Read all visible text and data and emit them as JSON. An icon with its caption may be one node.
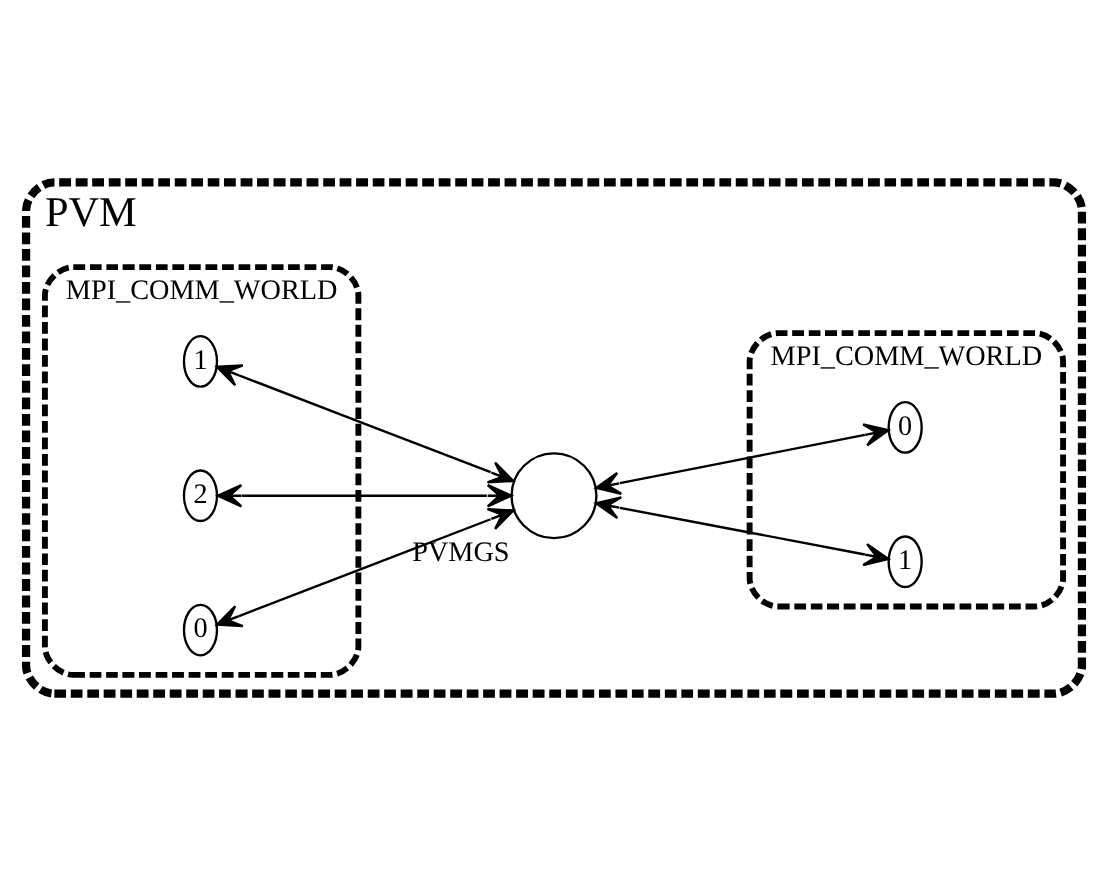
{
  "diagram": {
    "nodes": [
      {
        "text": [
          "PVM"
        ]
      },
      {
        "text": [
          "MPI_COMM_WORLD"
        ],
        "in": 0
      },
      {
        "text": [
          "1"
        ],
        "in": 1
      },
      {
        "text": [
          "2"
        ],
        "in": 1
      },
      {
        "text": [
          "0"
        ],
        "in": 1
      },
      {
        "text": [],
        "shape": "circle",
        "beside": [
          "PVMGS"
        ],
        "in": 0
      },
      {
        "text": [
          "MPI_COMM_WORLD"
        ],
        "in": 0
      },
      {
        "text": [
          "0"
        ],
        "in": 6
      },
      {
        "text": [
          "1"
        ],
        "in": 6
      }
    ],
    "edges": [
      {
        "from": 2,
        "to": 5,
        "arrow": "both"
      },
      {
        "from": 3,
        "to": 5,
        "arrow": "both"
      },
      {
        "from": 4,
        "to": 5,
        "arrow": "both"
      },
      {
        "from": 5,
        "to": 7,
        "arrow": "both"
      },
      {
        "from": 5,
        "to": 8,
        "arrow": "both"
      }
    ]
  }
}
